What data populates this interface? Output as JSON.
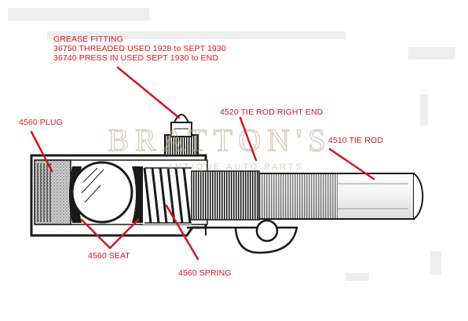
{
  "labels": {
    "grease_fitting": {
      "title": "GREASE  FITTING",
      "line1": "36750  THREADED  USED  1928 to SEPT 1930",
      "line2": "36740  PRESS  IN  USED SEPT 1930 to END"
    },
    "plug": "4560  PLUG",
    "tie_rod_right_end": "4520 TIE ROD  RIGHT  END",
    "tie_rod": "4510 TIE  ROD",
    "seat": "4560  SEAT",
    "spring": "4560  SPRING"
  },
  "watermark": {
    "brand": "BRATTON'S",
    "tagline": "ANTIQUE AUTO PARTS"
  },
  "colors": {
    "label": "#d4161c",
    "ink": "#1a1a1a",
    "watermark": "#b9a58a"
  }
}
